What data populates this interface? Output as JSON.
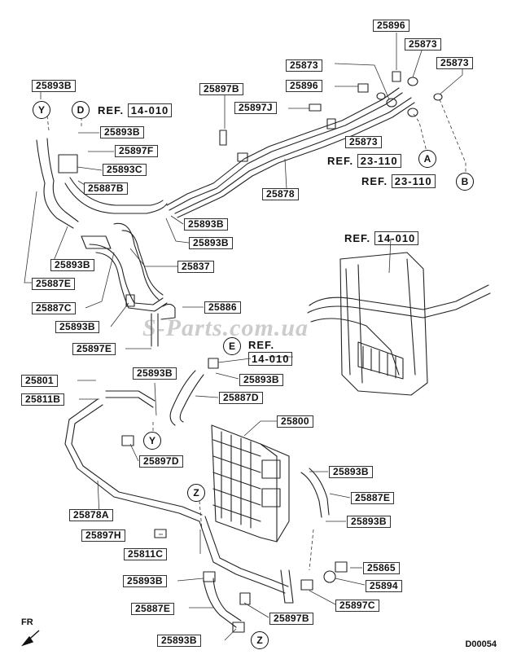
{
  "diagram": {
    "part_labels": [
      {
        "id": "p1",
        "text": "25896"
      },
      {
        "id": "p2",
        "text": "25873"
      },
      {
        "id": "p3",
        "text": "25873"
      },
      {
        "id": "p4",
        "text": "25873"
      },
      {
        "id": "p5",
        "text": "25896"
      },
      {
        "id": "p6",
        "text": "25893B"
      },
      {
        "id": "p7",
        "text": "25897B"
      },
      {
        "id": "p8",
        "text": "25897J"
      },
      {
        "id": "p9",
        "text": "25873"
      },
      {
        "id": "p10",
        "text": "25893B"
      },
      {
        "id": "p11",
        "text": "25897F"
      },
      {
        "id": "p12",
        "text": "25893C"
      },
      {
        "id": "p13",
        "text": "25887B"
      },
      {
        "id": "p14",
        "text": "25878"
      },
      {
        "id": "p15",
        "text": "25893B"
      },
      {
        "id": "p16",
        "text": "25893B"
      },
      {
        "id": "p17",
        "text": "25893B"
      },
      {
        "id": "p18",
        "text": "25837"
      },
      {
        "id": "p19",
        "text": "25887E"
      },
      {
        "id": "p20",
        "text": "25887C"
      },
      {
        "id": "p21",
        "text": "25886"
      },
      {
        "id": "p22",
        "text": "25893B"
      },
      {
        "id": "p23",
        "text": "25897E"
      },
      {
        "id": "p24",
        "text": "25893B"
      },
      {
        "id": "p25",
        "text": "25801"
      },
      {
        "id": "p26",
        "text": "25893B"
      },
      {
        "id": "p27",
        "text": "25811B"
      },
      {
        "id": "p28",
        "text": "25887D"
      },
      {
        "id": "p29",
        "text": "25800"
      },
      {
        "id": "p30",
        "text": "25897D"
      },
      {
        "id": "p31",
        "text": "25893B"
      },
      {
        "id": "p32",
        "text": "25887E"
      },
      {
        "id": "p33",
        "text": "25878A"
      },
      {
        "id": "p34",
        "text": "25893B"
      },
      {
        "id": "p35",
        "text": "25897H"
      },
      {
        "id": "p36",
        "text": "25811C"
      },
      {
        "id": "p37",
        "text": "25865"
      },
      {
        "id": "p38",
        "text": "25893B"
      },
      {
        "id": "p39",
        "text": "25894"
      },
      {
        "id": "p40",
        "text": "25897C"
      },
      {
        "id": "p41",
        "text": "25887E"
      },
      {
        "id": "p42",
        "text": "25897B"
      },
      {
        "id": "p43",
        "text": "25893B"
      }
    ],
    "references": [
      {
        "id": "r1",
        "prefix": "REF.",
        "code": "14-010"
      },
      {
        "id": "r2",
        "prefix": "REF.",
        "code": "23-110"
      },
      {
        "id": "r3",
        "prefix": "REF.",
        "code": "23-110"
      },
      {
        "id": "r4",
        "prefix": "REF.",
        "code": "14-010"
      },
      {
        "id": "r5",
        "prefix": "REF.",
        "code": "14-010"
      }
    ],
    "markers": [
      {
        "id": "mY1",
        "text": "Y"
      },
      {
        "id": "mD",
        "text": "D"
      },
      {
        "id": "mA",
        "text": "A"
      },
      {
        "id": "mB",
        "text": "B"
      },
      {
        "id": "mE",
        "text": "E"
      },
      {
        "id": "mY2",
        "text": "Y"
      },
      {
        "id": "mZ1",
        "text": "Z"
      },
      {
        "id": "mZ2",
        "text": "Z"
      }
    ],
    "watermark": "S-Parts.com.ua",
    "drawing_code": "D00054",
    "direction_label": "FR"
  }
}
